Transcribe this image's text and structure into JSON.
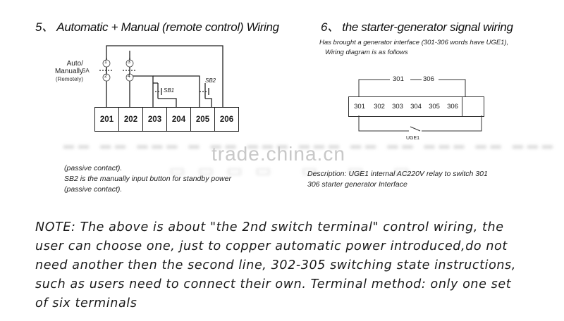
{
  "left": {
    "title": "5、 Automatic + Manual (remote control) Wiring",
    "sa_label": "Auto/\nManually",
    "sa_tag": "SA",
    "sa_sub": "(Remotely)",
    "contact_nums": [
      "1",
      "2",
      "3",
      "4"
    ],
    "sb1": "SB1",
    "sb2": "SB2",
    "terminals": [
      "201",
      "202",
      "203",
      "204",
      "205",
      "206"
    ],
    "desc_lines": [
      "(passive contact).",
      "SB2 is the manually input button for standby power",
      "(passive contact)."
    ]
  },
  "right": {
    "title": "6、 the starter-generator signal wiring",
    "sub_lines": [
      "Has brought a generator interface (301-306 words have UGE1),",
      "Wiring diagram is as follows"
    ],
    "top_labels": [
      "301",
      "306"
    ],
    "terminals": [
      "301",
      "302",
      "303",
      "304",
      "305",
      "306"
    ],
    "uge_label": "UGE1",
    "desc_lines": [
      "Description: UGE1 internal AC220V relay to switch 301",
      "306 starter generator Interface"
    ]
  },
  "watermark": "trade.china.cn",
  "note_lines": [
    "NOTE: The above is about \"the 2nd switch terminal\" control wiring, the",
    "user can choose one, just to copper automatic power introduced,do not",
    "need another then the second line, 302-305 switching state instructions,",
    "such as users need to connect their own. Terminal method: only one set",
    "of six terminals"
  ]
}
